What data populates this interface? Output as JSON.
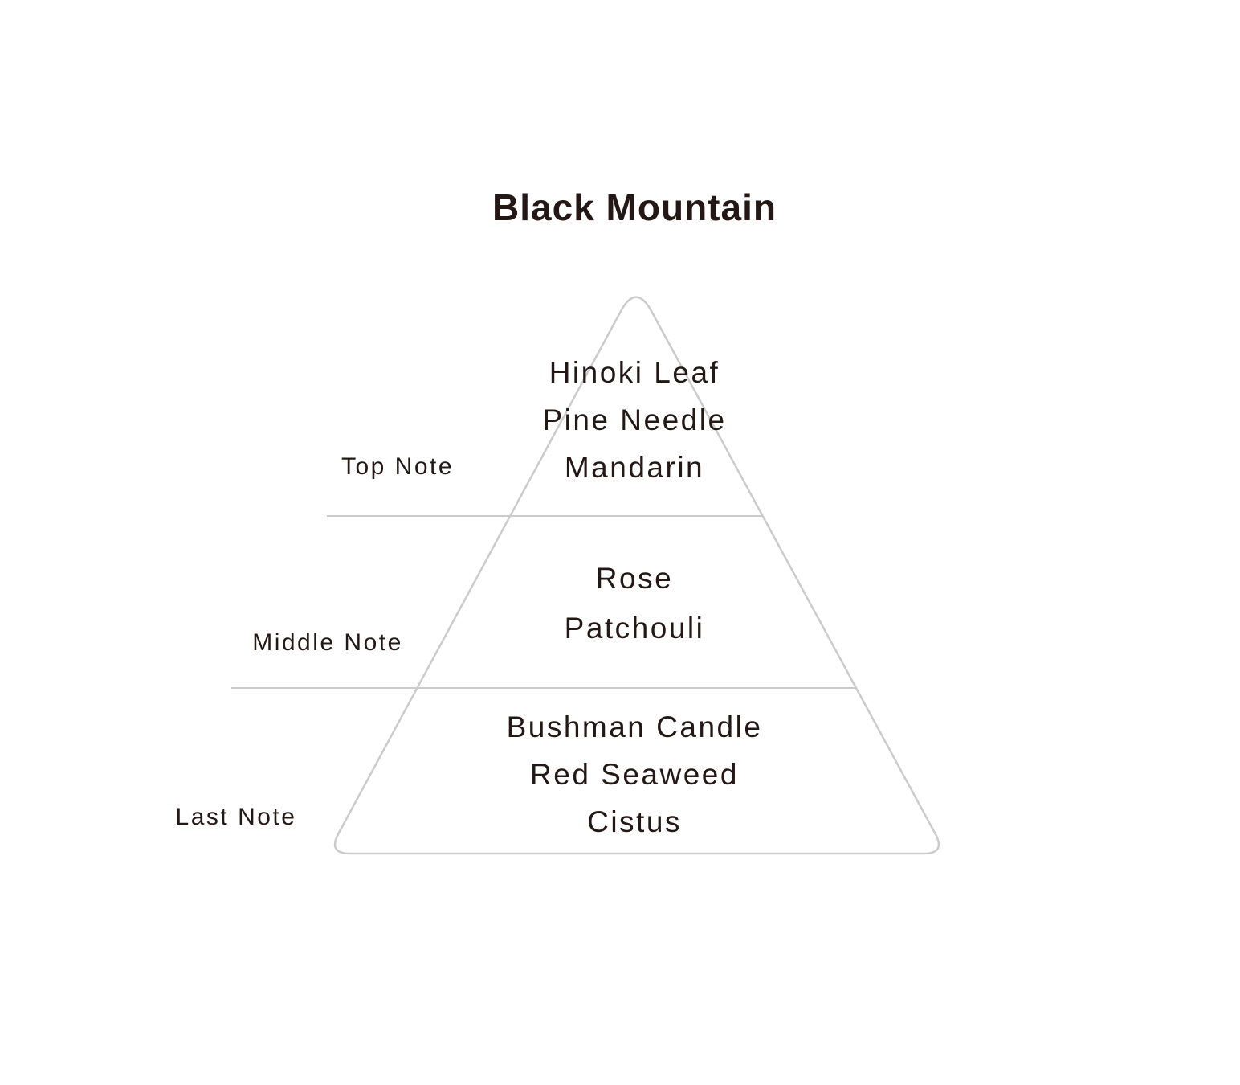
{
  "title": "Black Mountain",
  "colors": {
    "text": "#231815",
    "line": "#cbcbcb"
  },
  "pyramid": {
    "shape": "triangle",
    "sections": [
      {
        "label": "Top Note",
        "notes": [
          "Hinoki Leaf",
          "Pine Needle",
          "Mandarin"
        ]
      },
      {
        "label": "Middle Note",
        "notes": [
          "Rose",
          "Patchouli"
        ]
      },
      {
        "label": "Last Note",
        "notes": [
          "Bushman Candle",
          "Red Seaweed",
          "Cistus"
        ]
      }
    ]
  }
}
